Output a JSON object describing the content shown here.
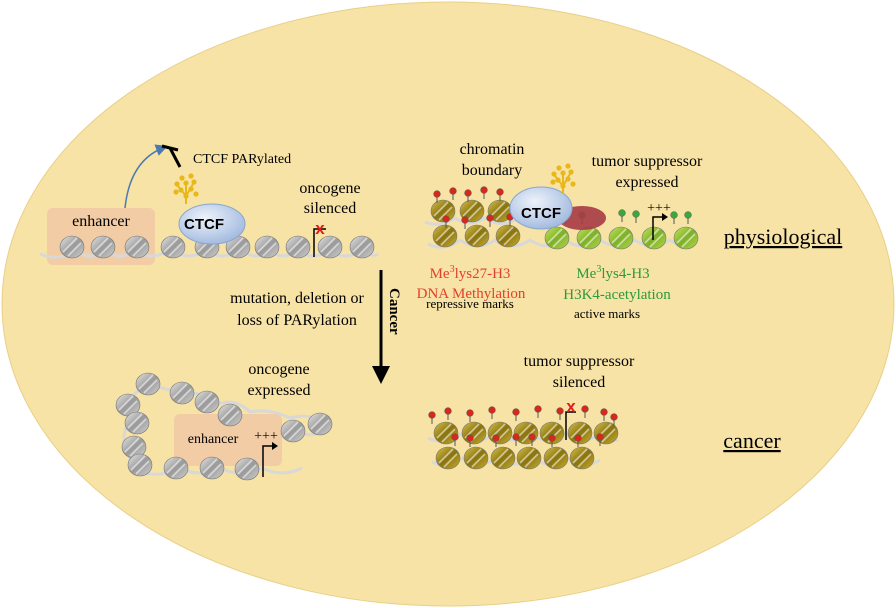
{
  "labels": {
    "enhancer_top": "enhancer",
    "ctcf_left": "CTCF",
    "ctcf_parylated": "CTCF PARylated",
    "oncogene_silenced_1": "oncogene",
    "oncogene_silenced_2": "silenced",
    "chromatin_boundary_1": "chromatin",
    "chromatin_boundary_2": "boundary",
    "ctcf_right": "CTCF",
    "tumor_suppressor_expressed_1": "tumor suppressor",
    "tumor_suppressor_expressed_2": "expressed",
    "plus_top": "+++",
    "physiological": "physiological",
    "me3_prefix": "Me",
    "me3_sup": "3",
    "me3_k27_suffix": "lys27-H3",
    "dna_methylation": "DNA Methylation",
    "repressive_marks": "repressive  marks",
    "me3_k4_suffix": "lys4-H3",
    "h3k4_acetylation": "H3K4-acetylation",
    "active_marks": "active marks",
    "mutation_1": "mutation, deletion or",
    "mutation_2": "loss of PARylation",
    "cancer_arrow": "Cancer",
    "oncogene_expressed_1": "oncogene",
    "oncogene_expressed_2": "expressed",
    "enhancer_bottom": "enhancer",
    "plus_bottom": "+++",
    "tumor_suppressor_silenced_1": "tumor suppressor",
    "tumor_suppressor_silenced_2": "silenced",
    "cancer": "cancer"
  },
  "colors": {
    "background_ellipse": "#f8e3a6",
    "enhancer_box": "#f1c8a4",
    "ctcf": "#c2d4ef",
    "repressive_text": "#e2402e",
    "active_text": "#2a9a3a",
    "red_x": "#e11b1b",
    "parylation": "#e8b81a",
    "nucleosome_gray": "#b8b8b8",
    "nucleosome_olive": "#b49a1a",
    "nucleosome_green": "#9acd32",
    "mark_red": "#d42a1e",
    "mark_green": "#3aa83a",
    "dna_strand": "#d8d8d8"
  }
}
